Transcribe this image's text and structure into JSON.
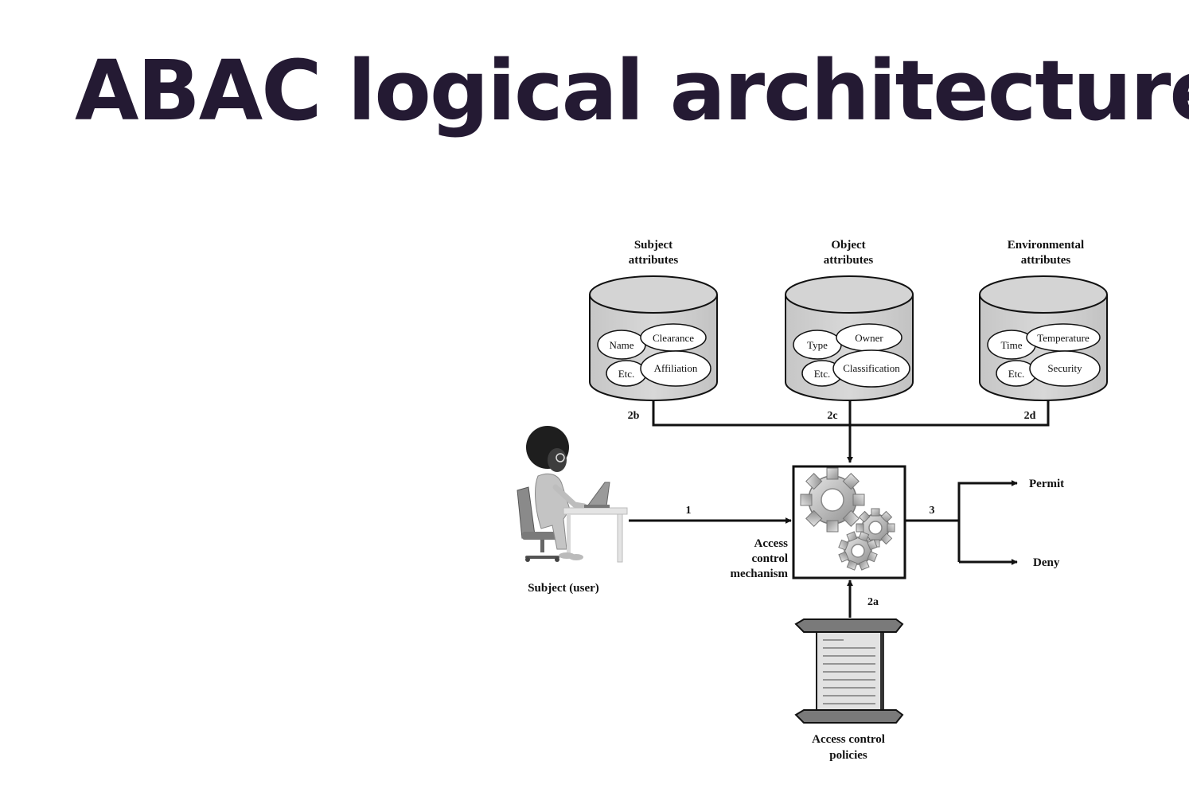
{
  "title": "ABAC logical architecture",
  "diagram": {
    "databases": [
      {
        "header_line1": "Subject",
        "header_line2": "attributes",
        "items": [
          "Name",
          "Clearance",
          "Etc.",
          "Affiliation"
        ],
        "link_label": "2b"
      },
      {
        "header_line1": "Object",
        "header_line2": "attributes",
        "items": [
          "Type",
          "Owner",
          "Etc.",
          "Classification"
        ],
        "link_label": "2c"
      },
      {
        "header_line1": "Environmental",
        "header_line2": "attributes",
        "items": [
          "Time",
          "Temperature",
          "Etc.",
          "Security"
        ],
        "link_label": "2d"
      }
    ],
    "subject_label": "Subject (user)",
    "request_label": "1",
    "mechanism_line1": "Access",
    "mechanism_line2": "control",
    "mechanism_line3": "mechanism",
    "policy_link_label": "2a",
    "policies_line1": "Access control",
    "policies_line2": "policies",
    "decision_label": "3",
    "outcome_permit": "Permit",
    "outcome_deny": "Deny"
  }
}
